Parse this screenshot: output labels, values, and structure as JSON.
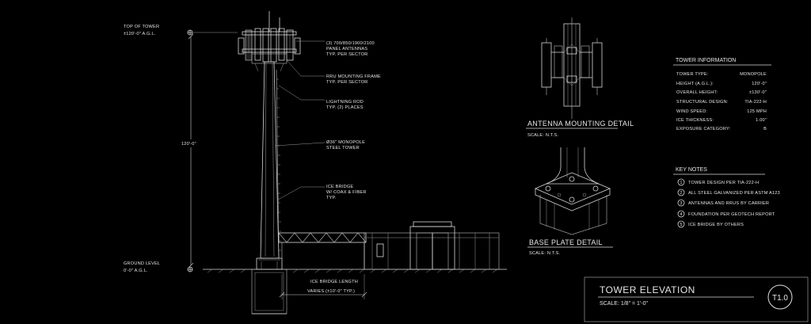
{
  "elevation": {
    "top_of_tower": [
      "TOP OF TOWER",
      "±120'-0\" A.G.L."
    ],
    "ground_level": [
      "GROUND LEVEL",
      "0'-0\" A.G.L."
    ],
    "height_dim": "120'-0\"",
    "callouts": [
      [
        "(3) 700/850/1900/2100",
        "PANEL ANTENNAS",
        "TYP. PER SECTOR"
      ],
      [
        "RRU MOUNTING FRAME",
        "TYP. PER SECTOR"
      ],
      [
        "LIGHTNING ROD",
        "TYP. (2) PLACES"
      ],
      [
        "Ø36\" MONOPOLE",
        "STEEL TOWER"
      ],
      [
        "ICE BRIDGE",
        "W/ COAX & FIBER",
        "TYP."
      ]
    ],
    "ice_bridge_length": "ICE BRIDGE LENGTH",
    "ice_bridge_varies": "VARIES (±10'-0\" TYP.)"
  },
  "details": [
    {
      "title": "ANTENNA MOUNTING DETAIL",
      "scale": "SCALE: N.T.S."
    },
    {
      "title": "BASE PLATE DETAIL",
      "scale": "SCALE: N.T.S."
    }
  ],
  "tower_info": {
    "header": "TOWER INFORMATION",
    "rows": [
      {
        "label": "TOWER TYPE:",
        "value": "MONOPOLE"
      },
      {
        "label": "HEIGHT (A.G.L.):",
        "value": "120'-0\""
      },
      {
        "label": "OVERALL HEIGHT:",
        "value": "±130'-0\""
      },
      {
        "label": "STRUCTURAL DESIGN:",
        "value": "TIA-222-H"
      },
      {
        "label": "WIND SPEED:",
        "value": "125 MPH"
      },
      {
        "label": "ICE THICKNESS:",
        "value": "1.00\""
      },
      {
        "label": "EXPOSURE CATEGORY:",
        "value": "B"
      }
    ]
  },
  "key_notes": {
    "header": "KEY NOTES",
    "items": [
      {
        "num": "1",
        "text": "TOWER DESIGN PER TIA-222-H"
      },
      {
        "num": "2",
        "text": "ALL STEEL GALVANIZED PER ASTM A123"
      },
      {
        "num": "3",
        "text": "ANTENNAS AND RRUS BY CARRIER"
      },
      {
        "num": "4",
        "text": "FOUNDATION PER GEOTECH REPORT"
      },
      {
        "num": "5",
        "text": "ICE BRIDGE BY OTHERS"
      }
    ]
  },
  "title_block": {
    "title": "TOWER ELEVATION",
    "scale": "SCALE: 1/8\" = 1'-0\"",
    "sheet": "T1.0"
  }
}
